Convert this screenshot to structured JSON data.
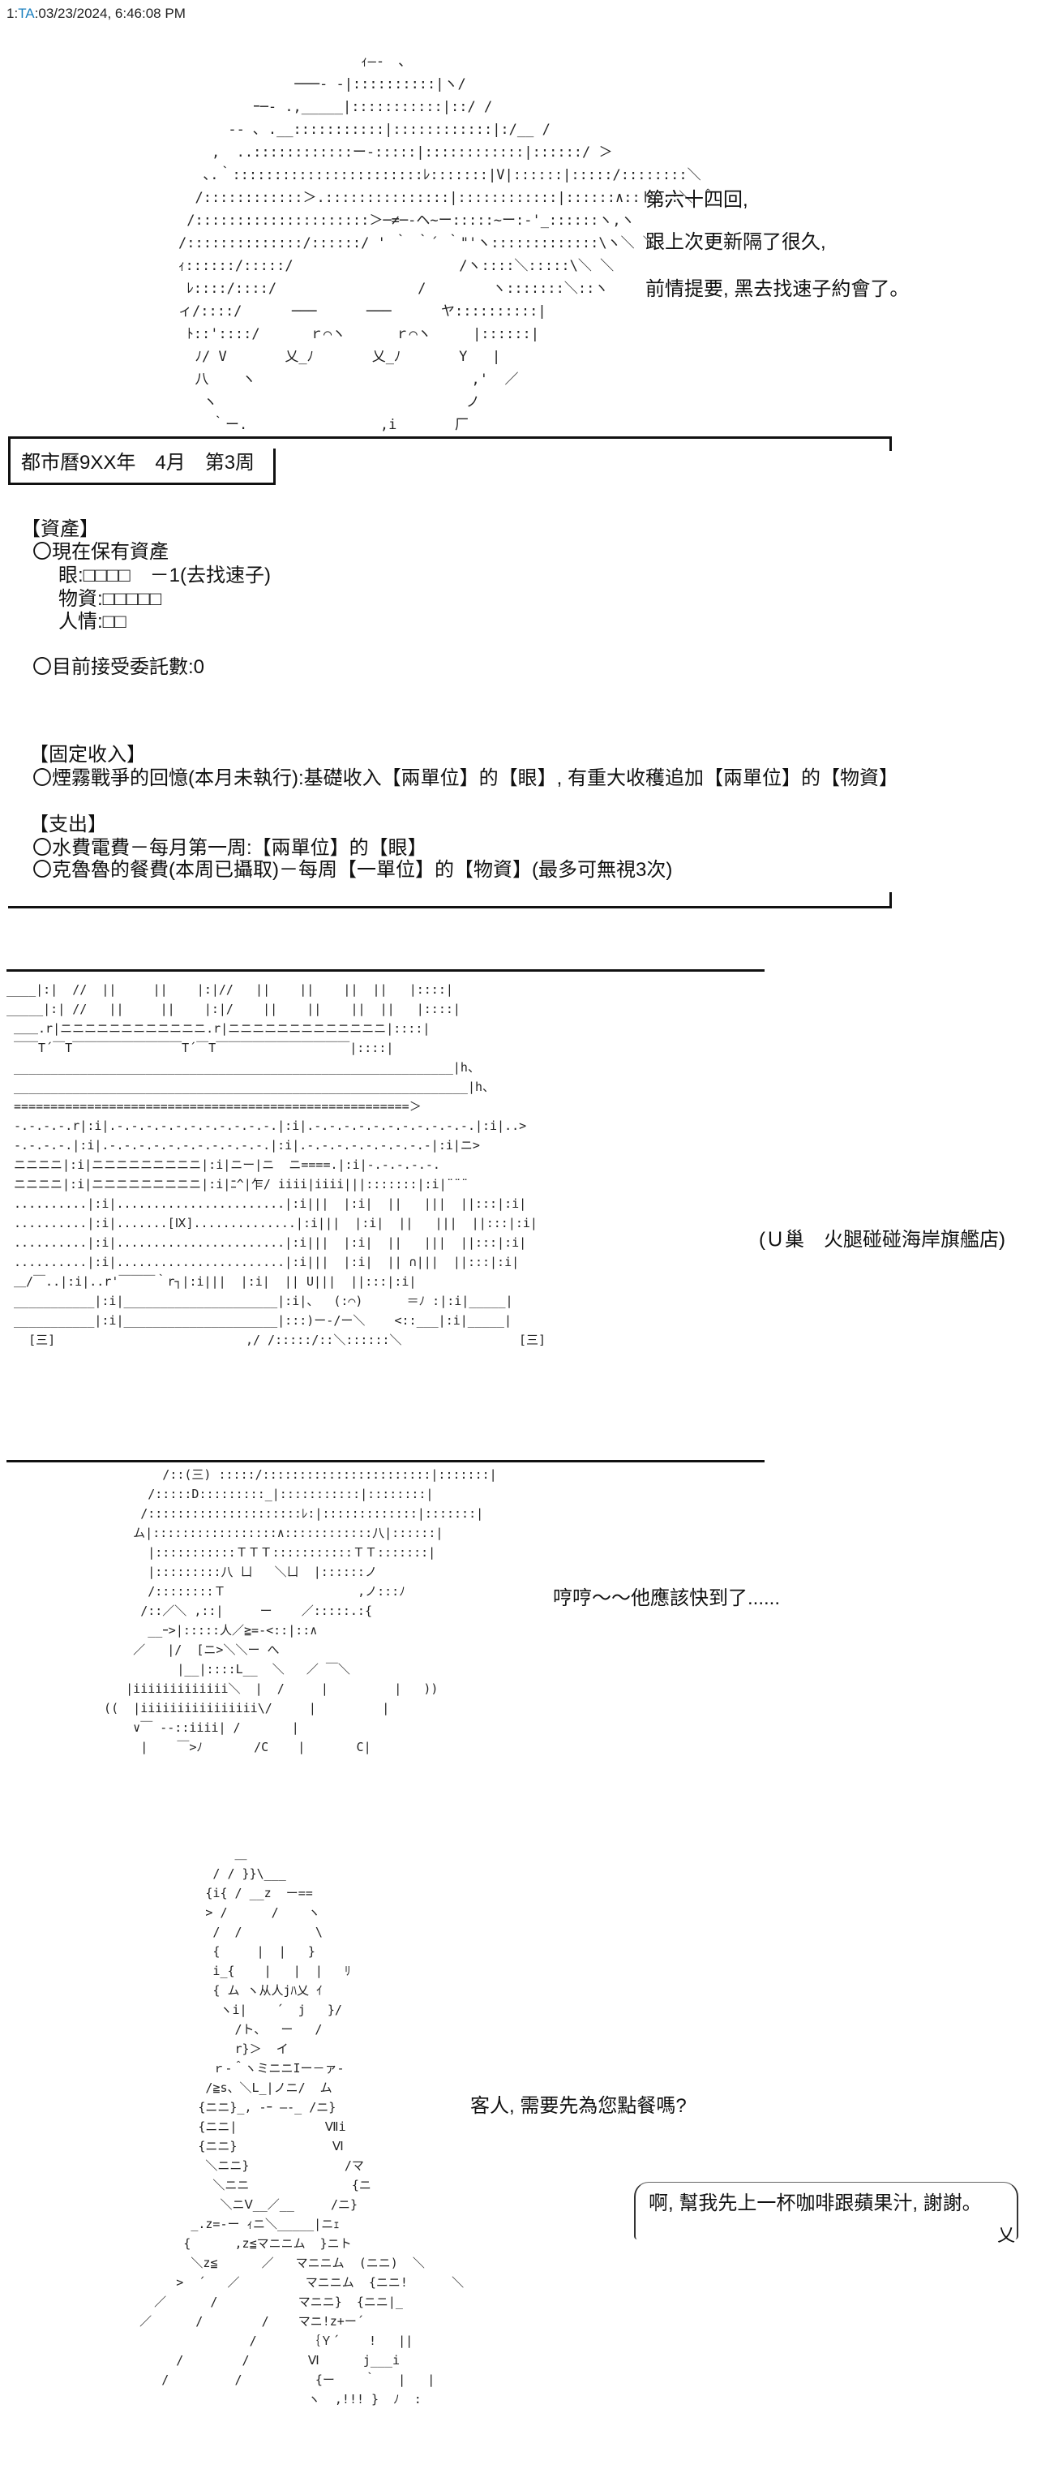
{
  "header": {
    "prefix": "1:",
    "tag": "TA",
    "timestamp": ":03/23/2024, 6:46:08 PM"
  },
  "intro": {
    "lines": [
      "第六十四回,",
      "跟上次更新隔了很久,",
      "前情提要, 黑去找速子約會了。"
    ]
  },
  "status_box": {
    "date": "都市曆9XX年　4月　第3周",
    "assets_title": "【資產】",
    "holding_title": "〇現在保有資產",
    "eye": "眼:□□□□　－1(去找速子)",
    "goods": "物資:□□□□□",
    "favor": "人情:□□",
    "commissions": "〇目前接受委託數:0",
    "income_title": "【固定收入】",
    "income_line": "〇煙霧戰爭的回憶(本月未執行):基礎收入【兩單位】的【眼】, 有重大收穫追加【兩單位】的【物資】",
    "expense_title": "【支出】",
    "expense_1": "〇水費電費－每月第一周:【兩單位】的【眼】",
    "expense_2": "〇克魯魯的餐費(本周已攝取)－每周【一單位】的【物資】(最多可無視3次)"
  },
  "scene": {
    "location": "(Ｕ巢　火腿碰碰海岸旗艦店)",
    "line_1": "哼哼～～他應該快到了......",
    "line_2": "客人, 需要先為您點餐嗎?",
    "speech_bubble": "啊, 幫我先上一杯咖啡跟蘋果汁, 謝謝。"
  },
  "ascii_art": {
    "face": "                      ｨ―-　、\n              ───- -|::::::::::|ヽ/\n         ｰ─- .,_____|:::::::::::|::/ /\n      ‐- ､ .__:::::::::::|::::::::::::|:/__ /\n    ,  ..::::::::::::ー‐:::::|::::::::::::|::::::/ ＞\n   ､.｀:::::::::::::::::::::::ﾚ:::::::|V|::::::|:::::/::::::::＼\n  /::::::::::::＞.:::::::::::::::|::::::::::::|::::::∧::ト:::＼ ＾\n /:::::::::::::::::::::＞─≠─-ヘ~ー:::::~ー:-'_::::::ヽ,ヽ\n/::::::::::::::/::::::/ ' ｀ ｀´ ｀\"'ヽ:::::::::::::\\ヽ＼ ＼\nｨ::::::/:::::/                    /ヽ::::＼:::::\\＼ ＼\n ﾚ::::/::::/                 /        ヽ:::::::＼::ヽ\nィ/::::/      ───      ───      ヤ::::::::::|\n ﾄ::'::::/      ｒ⌒ヽ      ｒ⌒ヽ     |::::::|\n  ﾉ/ V       乂_ﾉ       乂_ﾉ       Y   |\n  八    ヽ                          ,'  ／\n   ヽ                              ノ\n    ｀ー.                ,i       厂",
    "shop": "____|:|  //  ||     ||    |:|//   ||    ||    ||  ||   |::::|\n_____|:| //   ||     ||    |:|/    ||    ||    ||  ||   |::::|\n ＿＿.r|ニニニニニニニニニニニニ.r|ニニニニニニニニニニニニニ|::::|\n ￣￣T´￣T￣￣￣￣￣￣￣￣￣T´￣T￣￣￣￣￣￣￣￣￣￣￣|::::|\n ____________________________________________________________|h、\n ______________________________________________________________|h、\n ======================================================＞\n -.-.-.-.r|:i|.-.-.-.-.-.-.-.-.-.-.-.|:i|.-.-.-.-.-.-.-.-.-.-.-.|:i|..>\n -.-.-.-.|:i|.-.-.-.-.-.-.-.-.-.-.-.|:i|.-.-.-.-.-.-.-.-.-|:i|ニ>\n ニニニニ|:i|ニニニニニニニニニ|:i|ニー|ニ  ニ====.|:i|-.-.-.-.-.\n ニニニニ|:i|ニニニニニニニニニ|:i|ﾆ^|乍/ iiii|iiii|||:::::::|:i|¨¨¨\n ..........|:i|.......................|:i|||  |:i|  ||   |||  ||:::|:i|\n ..........|:i|.......[Ⅸ]..............|:i|||  |:i|  ||   |||  ||:::|:i|\n ..........|:i|.......................|:i|||  |:i|  ||   |||  ||:::|:i|\n ..........|:i|.......................|:i|||  |:i|  || ∩|||  ||:::|:i|\n ＿/￣..|:i|..r'￣￣￣｀r┐|:i|||  |:i|  || U|||  ||:::|:i|\n ___________|:i|_____________________|:i|、  (:⌒)      ＝ﾉ :|:i|_____|\n ___________|:i|_____________________|:::)ー-/ー＼    <::___|:i|_____|\n   [三]                          ,/ /:::::/::＼::::::＼                [三]",
    "girl": "          /::(三) :::::/:::::::::::::::::::::::|:::::::|\n        /:::::D:::::::::_|:::::::::::|::::::::|\n       /:::::::::::::::::::::ﾚ:|:::::::::::::|:::::::|\n      ム|:::::::::::::::::∧::::::::::::八|::::::|\n        |:::::::::::ＴＴＴ:::::::::::ＴＴ:::::::|\n        |:::::::::八 ㄩ   ＼ㄩ  |::::::ノ\n        /::::::::Ｔ                  ,ノ:::ﾉ\n       /::／＼ ,::|     ー    ／:::::.:{\n        __ｰ>|:::::人／≧=-<::|::∧\n      ／   |/  [ニ>＼＼ー へ\n            |__|::::L__  ＼   ／ ￣＼\n     |iiiiiiiiiiiii＼  |  /     |         |   ))\n  ((  |iiiiiiiiiiiiiiii\\/     |         |\n      ∨￣ ‐-::iiii| /       |\n       |    ￣>ﾉ       /C    |       C|",
    "waiter": "                 ＿\n              / / }}\\___\n             {i{ / __z  ー==\n             > /      /    ヽ\n              /  /          \\\n              {     |  |   }\n              i_{    |   |  |   ﾘ\n              { ム ヽ从人jﾊ乂 ｲ\n               ヽi|    ´  j   }/\n                 /ト、  ー   /\n                 r}＞  イ\n              ｒ-＾ヽミニニIー－ァ-\n             /≧s、＼L_|ノニ/  ム\n            {ニニ}_, -ｰ ―-_ /ニ}\n            {ニニ|            Ⅶi\n            {ニニ}             Ⅵ\n             ＼ニニ}             /マ\n              ＼ニニ              {ニ\n               ＼ニⅤ__／__     /ニ}\n           _.z=‐ー ｨニ＼_____|ニｪ\n          {      ,z≦マニニム  }ニト\n           ＼z≦      ／   マニニム  (ニニ)  ＼\n         >  ´   ／         マニニム  {ニニ!      ＼\n      ／      /           マニニ}  {ニニ|_\n    ／      /        /    マニ!z+ー´\n                   /       ｛Ｙ´    !   ||\n         /        /        Ⅵ      j___i\n       /         /          {ー    ｀   |   |\n                           ヽ  ,!!! }  ﾉ  :"
  }
}
